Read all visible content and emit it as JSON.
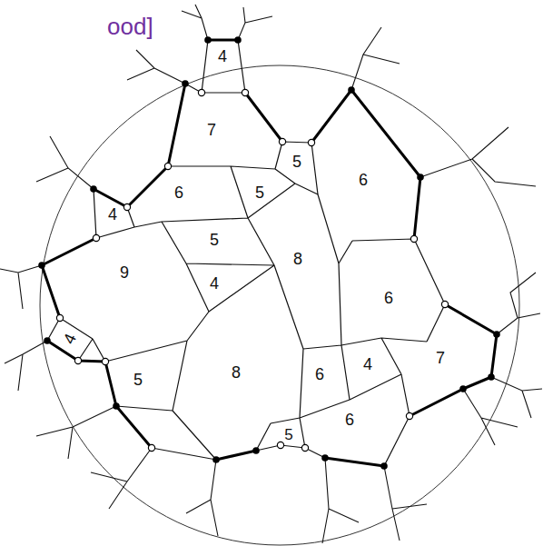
{
  "diagram": {
    "title": "ood]",
    "labels": [
      "4",
      "7",
      "5",
      "6",
      "6",
      "5",
      "4",
      "5",
      "8",
      "9",
      "6",
      "4",
      "4",
      "7",
      "5",
      "8",
      "6",
      "4",
      "6",
      "5"
    ]
  }
}
